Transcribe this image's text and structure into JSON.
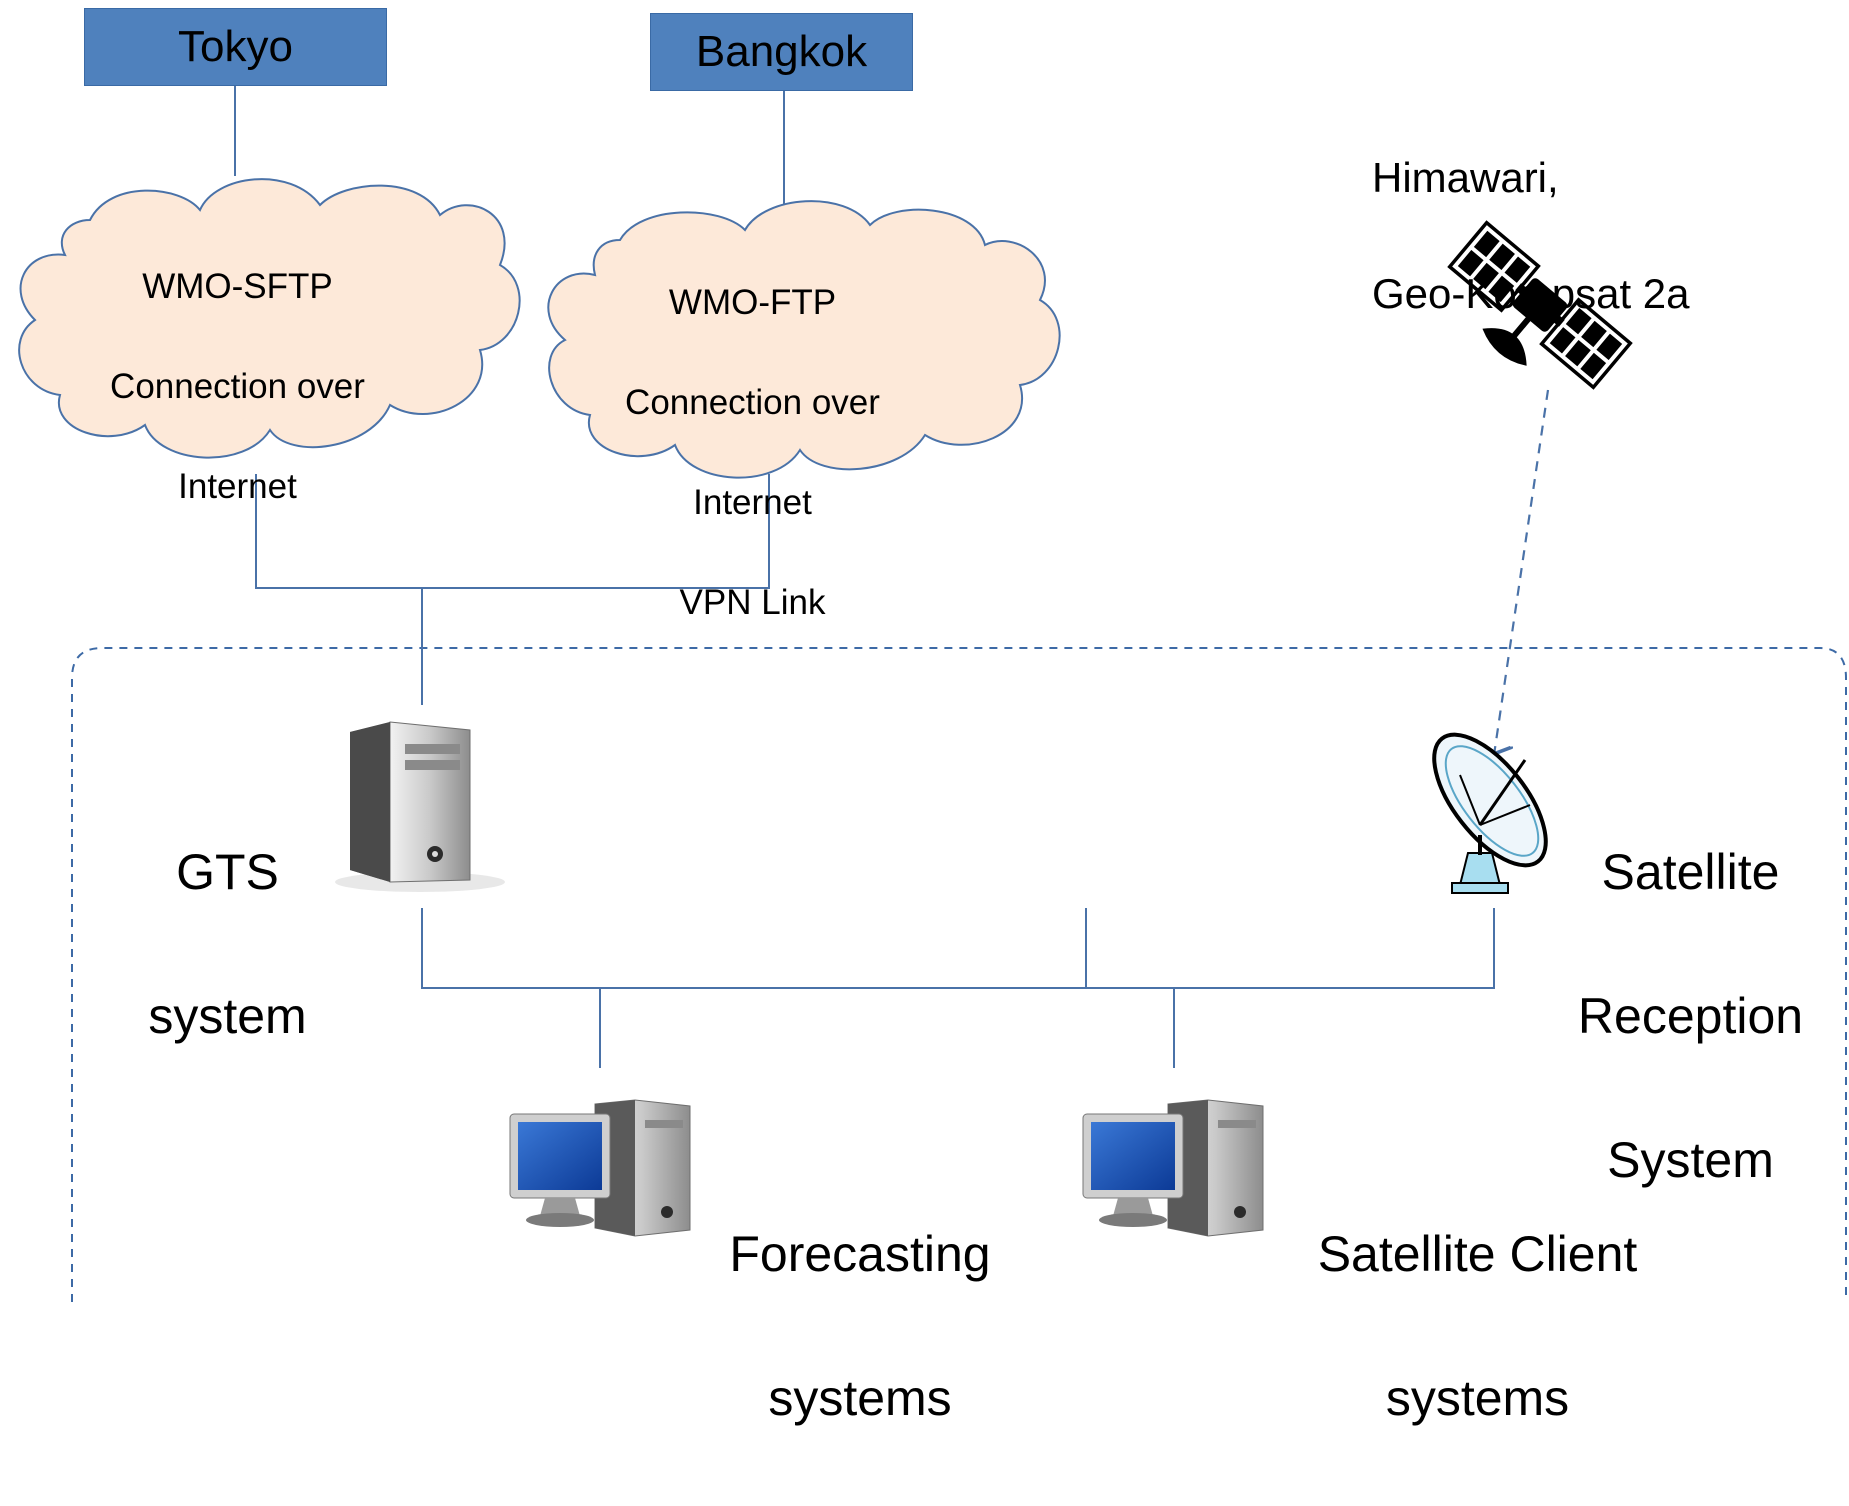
{
  "nodes": {
    "tokyo": {
      "label": "Tokyo"
    },
    "bangkok": {
      "label": "Bangkok"
    },
    "cloud_tokyo": {
      "lines": [
        "WMO-SFTP",
        "Connection over",
        "Internet"
      ]
    },
    "cloud_bangkok": {
      "lines": [
        "WMO-FTP",
        "Connection over",
        "Internet",
        "VPN Link"
      ]
    },
    "satellite": {
      "lines": [
        "Himawari,",
        "Geo-Kompsat 2a"
      ],
      "icon": "satellite-icon"
    },
    "gts": {
      "lines": [
        "GTS",
        "system"
      ],
      "icon": "server-tower-icon"
    },
    "reception": {
      "lines": [
        "Satellite",
        "Reception",
        "System"
      ],
      "icon": "satellite-dish-icon"
    },
    "forecasting": {
      "lines": [
        "Forecasting",
        "systems"
      ],
      "icon": "desktop-computer-icon"
    },
    "client": {
      "lines": [
        "Satellite Client",
        "systems"
      ],
      "icon": "desktop-computer-icon"
    }
  },
  "colors": {
    "box_fill": "#4f81bd",
    "cloud_fill": "#fde9d9",
    "line": "#4a72a8",
    "boundary": "#3d6aa6"
  }
}
